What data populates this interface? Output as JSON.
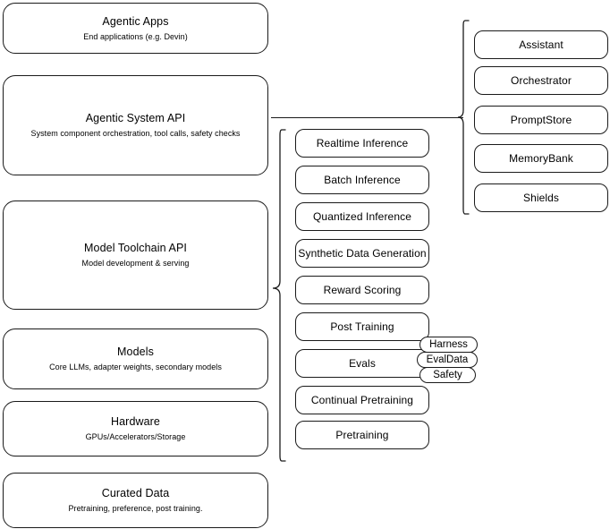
{
  "diagram": {
    "title_present": false,
    "stroke_color": "#1a1a1a",
    "background_color": "#ffffff",
    "layers": [
      {
        "id": "agentic-apps",
        "title": "Agentic Apps",
        "subtitle": "End applications (e.g. Devin)"
      },
      {
        "id": "agentic-system-api",
        "title": "Agentic System API",
        "subtitle": "System component orchestration, tool calls, safety checks"
      },
      {
        "id": "model-toolchain-api",
        "title": "Model Toolchain API",
        "subtitle": "Model development & serving"
      },
      {
        "id": "models",
        "title": "Models",
        "subtitle": "Core LLMs, adapter weights, secondary models"
      },
      {
        "id": "hardware",
        "title": "Hardware",
        "subtitle": "GPUs/Accelerators/Storage"
      },
      {
        "id": "curated-data",
        "title": "Curated Data",
        "subtitle": "Pretraining, preference, post training."
      }
    ],
    "toolchain_items": [
      {
        "id": "realtime-inference",
        "label": "Realtime Inference"
      },
      {
        "id": "batch-inference",
        "label": "Batch Inference"
      },
      {
        "id": "quantized-inference",
        "label": "Quantized Inference"
      },
      {
        "id": "synthetic-data-generation",
        "label": "Synthetic Data Generation"
      },
      {
        "id": "reward-scoring",
        "label": "Reward Scoring"
      },
      {
        "id": "post-training",
        "label": "Post Training"
      },
      {
        "id": "evals",
        "label": "Evals"
      },
      {
        "id": "continual-pretraining",
        "label": "Continual Pretraining"
      },
      {
        "id": "pretraining",
        "label": "Pretraining"
      }
    ],
    "evals_pills": [
      {
        "id": "harness",
        "label": "Harness"
      },
      {
        "id": "evaldata",
        "label": "EvalData"
      },
      {
        "id": "safety",
        "label": "Safety"
      }
    ],
    "system_items": [
      {
        "id": "assistant",
        "label": "Assistant"
      },
      {
        "id": "orchestrator",
        "label": "Orchestrator"
      },
      {
        "id": "promptstore",
        "label": "PromptStore"
      },
      {
        "id": "memorybank",
        "label": "MemoryBank"
      },
      {
        "id": "shields",
        "label": "Shields"
      }
    ]
  }
}
